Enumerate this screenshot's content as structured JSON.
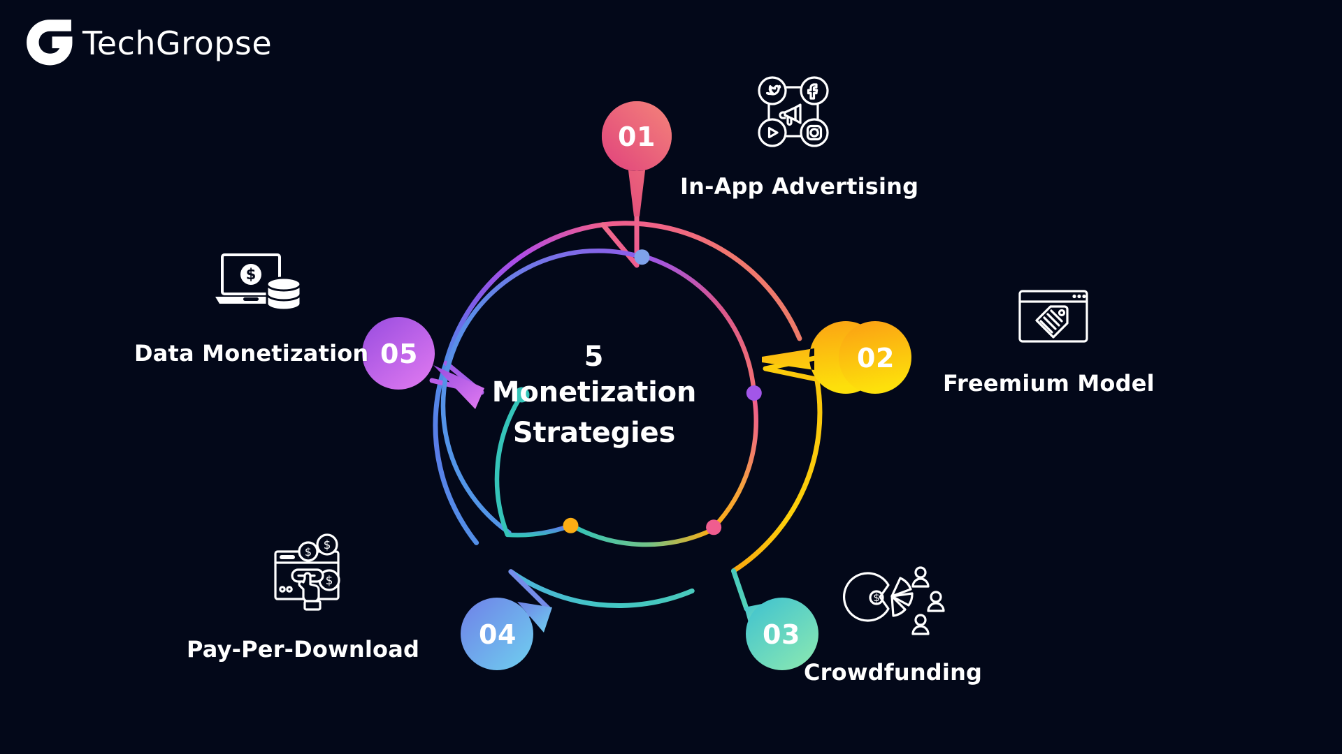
{
  "brand": {
    "name": "TechGropse",
    "logo_icon": "techgropse-g-logo"
  },
  "background_color": "#030819",
  "center": {
    "line1": "5",
    "line2": "Monetization",
    "line3": "Strategies"
  },
  "chart_data": {
    "type": "diagram",
    "title": "5 Monetization Strategies",
    "layout": "circular hub with 5 numbered pin nodes around a dual gradient ring",
    "nodes": [
      {
        "number": "01",
        "label": "In-App Advertising",
        "icon": "social-media-megaphone-icon",
        "color_start": "#e0427c",
        "color_end": "#f2776f",
        "angle_deg": 0,
        "position": "top"
      },
      {
        "number": "02",
        "label": "Freemium Model",
        "icon": "price-tag-browser-icon",
        "color_start": "#fbad14",
        "color_end": "#fdd50b",
        "angle_deg": 72,
        "position": "right"
      },
      {
        "number": "03",
        "label": "Crowdfunding",
        "icon": "pie-chart-people-icon",
        "color_start": "#46c6c6",
        "color_end": "#7fe3b4",
        "angle_deg": 144,
        "position": "bottom-right"
      },
      {
        "number": "04",
        "label": "Pay-Per-Download",
        "icon": "click-to-pay-browser-icon",
        "color_start": "#6f80e8",
        "color_end": "#6fc7ec",
        "angle_deg": 216,
        "position": "bottom-left"
      },
      {
        "number": "05",
        "label": "Data Monetization",
        "icon": "laptop-dollar-coins-icon",
        "color_start": "#9b4ee0",
        "color_end": "#d870ef",
        "angle_deg": 288,
        "position": "left"
      }
    ],
    "outer_ring": {
      "description": "continuous multicolour gradient circle",
      "stops": [
        "#b14ce8",
        "#ef5d8f",
        "#f2776f",
        "#fdc40c",
        "#4fd0b8",
        "#4fa8e8",
        "#8f5ce8"
      ]
    },
    "inner_ring": {
      "description": "five separated arc segments each ending in a round cap dot",
      "segment_colors": [
        "#8f5ce8",
        "#ef5d8f",
        "#fbad14",
        "#35c4b9",
        "#5b7ce8"
      ],
      "dot_colors": [
        "#9d57e8",
        "#ef5d8f",
        "#fbad14",
        "#35c4b9",
        "#7a9ce8"
      ]
    }
  }
}
